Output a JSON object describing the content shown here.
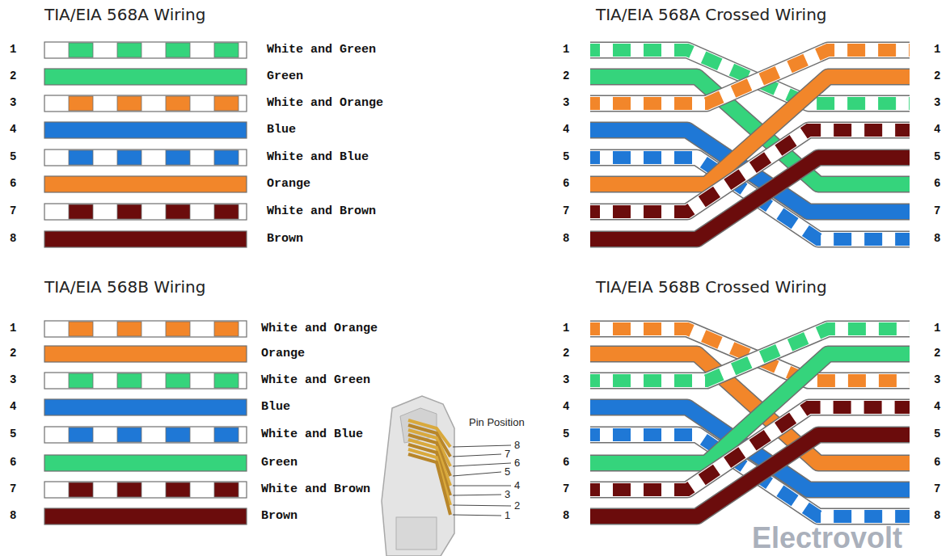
{
  "diagram": {
    "labels": [
      "TIA/EIA 568A Wiring",
      "TIA/EIA 568A Crossed Wiring",
      "1",
      "2",
      "3",
      "4",
      "5",
      "6",
      "7",
      "8",
      "White and Green",
      "Green",
      "White and Orange",
      "Blue",
      "White and Blue",
      "Orange",
      "White and Brown",
      "Brown",
      "1",
      "2",
      "3",
      "4",
      "5",
      "6",
      "7",
      "8",
      "1",
      "2",
      "3",
      "4",
      "5",
      "6",
      "7",
      "8",
      "TIA/EIA 568B Wiring",
      "TIA/EIA 568B Crossed Wiring",
      "1",
      "2",
      "3",
      "4",
      "5",
      "6",
      "7",
      "8",
      "White and Orange",
      "Orange",
      "White and Green",
      "Blue",
      "White and Blue",
      "Green",
      "White and Brown",
      "Brown",
      "1",
      "2",
      "3",
      "4",
      "5",
      "6",
      "7",
      "8",
      "1",
      "2",
      "3",
      "4",
      "5",
      "6",
      "7",
      "8",
      "Pin Position",
      "8",
      "7",
      "6",
      "5",
      "4",
      "3",
      "2",
      "1",
      "Electrovolt"
    ]
  }
}
